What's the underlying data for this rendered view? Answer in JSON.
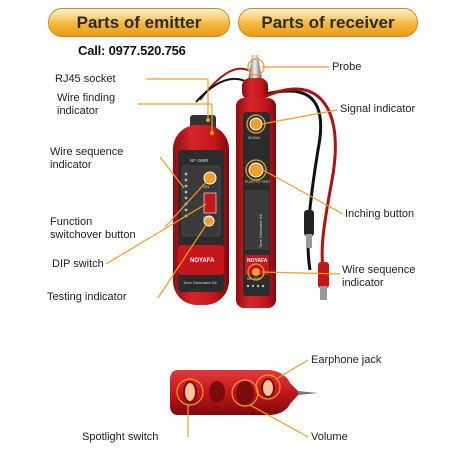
{
  "header": {
    "emitter_title": "Parts of emitter",
    "receiver_title": "Parts of receiver",
    "call": "Call: 0977.520.756"
  },
  "emitter_labels": {
    "rj45": "RJ45 socket",
    "wire_finding_1": "Wire finding",
    "wire_finding_2": "indicator",
    "wire_sequence_1": "Wire sequence",
    "wire_sequence_2": "indicator",
    "function_1": "Function",
    "function_2": "switchover button",
    "dip": "DIP switch",
    "testing": "Testing indicator"
  },
  "receiver_labels": {
    "probe": "Probe",
    "signal": "Signal indicator",
    "inching": "Inching button",
    "wire_sequence_1": "Wire sequence",
    "wire_sequence_2": "indicator"
  },
  "detail_labels": {
    "earphone": "Earphone jack",
    "spotlight": "Spotlight switch",
    "volume": "Volume"
  },
  "device_text": {
    "emitter_model": "NF-268R",
    "emitter_brand": "NOYAFA",
    "emitter_footer": "Tone Generator Kit",
    "switch_on": "ON",
    "switch_off": "OFF",
    "receiver_brand": "NOYAFA",
    "receiver_model": "NF-268R",
    "receiver_side": "Tone Generator Kit",
    "push_to_test": "PUSH TO TEST",
    "signal_small": "SIGNAL"
  },
  "colors": {
    "accent_orange": "#f0a02a",
    "device_red": "#c4161c",
    "panel_dark": "#2c2c2c",
    "leader_orange": "#f39c2a"
  }
}
